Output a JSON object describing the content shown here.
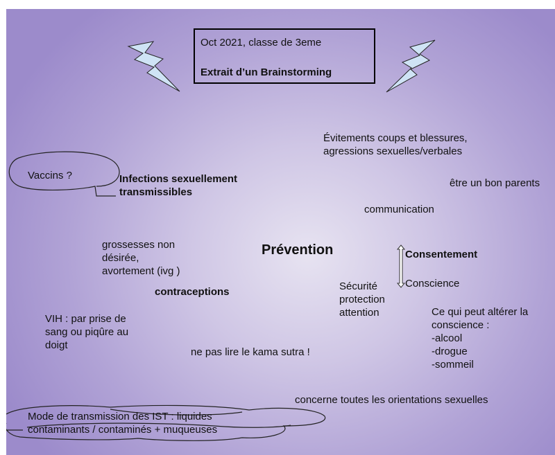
{
  "header": {
    "line1": "Oct 2021, classe de 3eme",
    "line2": "Extrait d’un Brainstorming"
  },
  "center": "Prévention",
  "ideas": {
    "violence": "Évitements coups et blessures,\nagressions sexuelles/verbales",
    "vaccins": "Vaccins ?",
    "ist": "Infections sexuellement\ntransmissibles",
    "parents": "être un bon parents",
    "communication": "communication",
    "grossesses": "grossesses non\ndésirée,\navortement (ivg )",
    "consentement": "Consentement",
    "conscience": "Conscience",
    "contraceptions": "contraceptions",
    "securite": "Sécurité\nprotection\nattention",
    "alterer": "Ce qui peut altérer la\nconscience :\n-alcool\n-drogue\n-sommeil",
    "vih": "VIH : par prise de\nsang ou piqûre au\ndoigt",
    "kama": "ne pas lire le kama sutra !",
    "orientations": "concerne toutes les orientations sexuelles",
    "transmission": "Mode de transmission des IST : liquides\ncontaminants / contaminés + muqueuses"
  },
  "icons": [
    "lightning-icon",
    "lightning-icon",
    "double-arrow-icon"
  ],
  "colors": {
    "background_center": "#e7e3f1",
    "background_edge": "#9c8bcb",
    "lightning_fill": "#cfe3f5"
  }
}
